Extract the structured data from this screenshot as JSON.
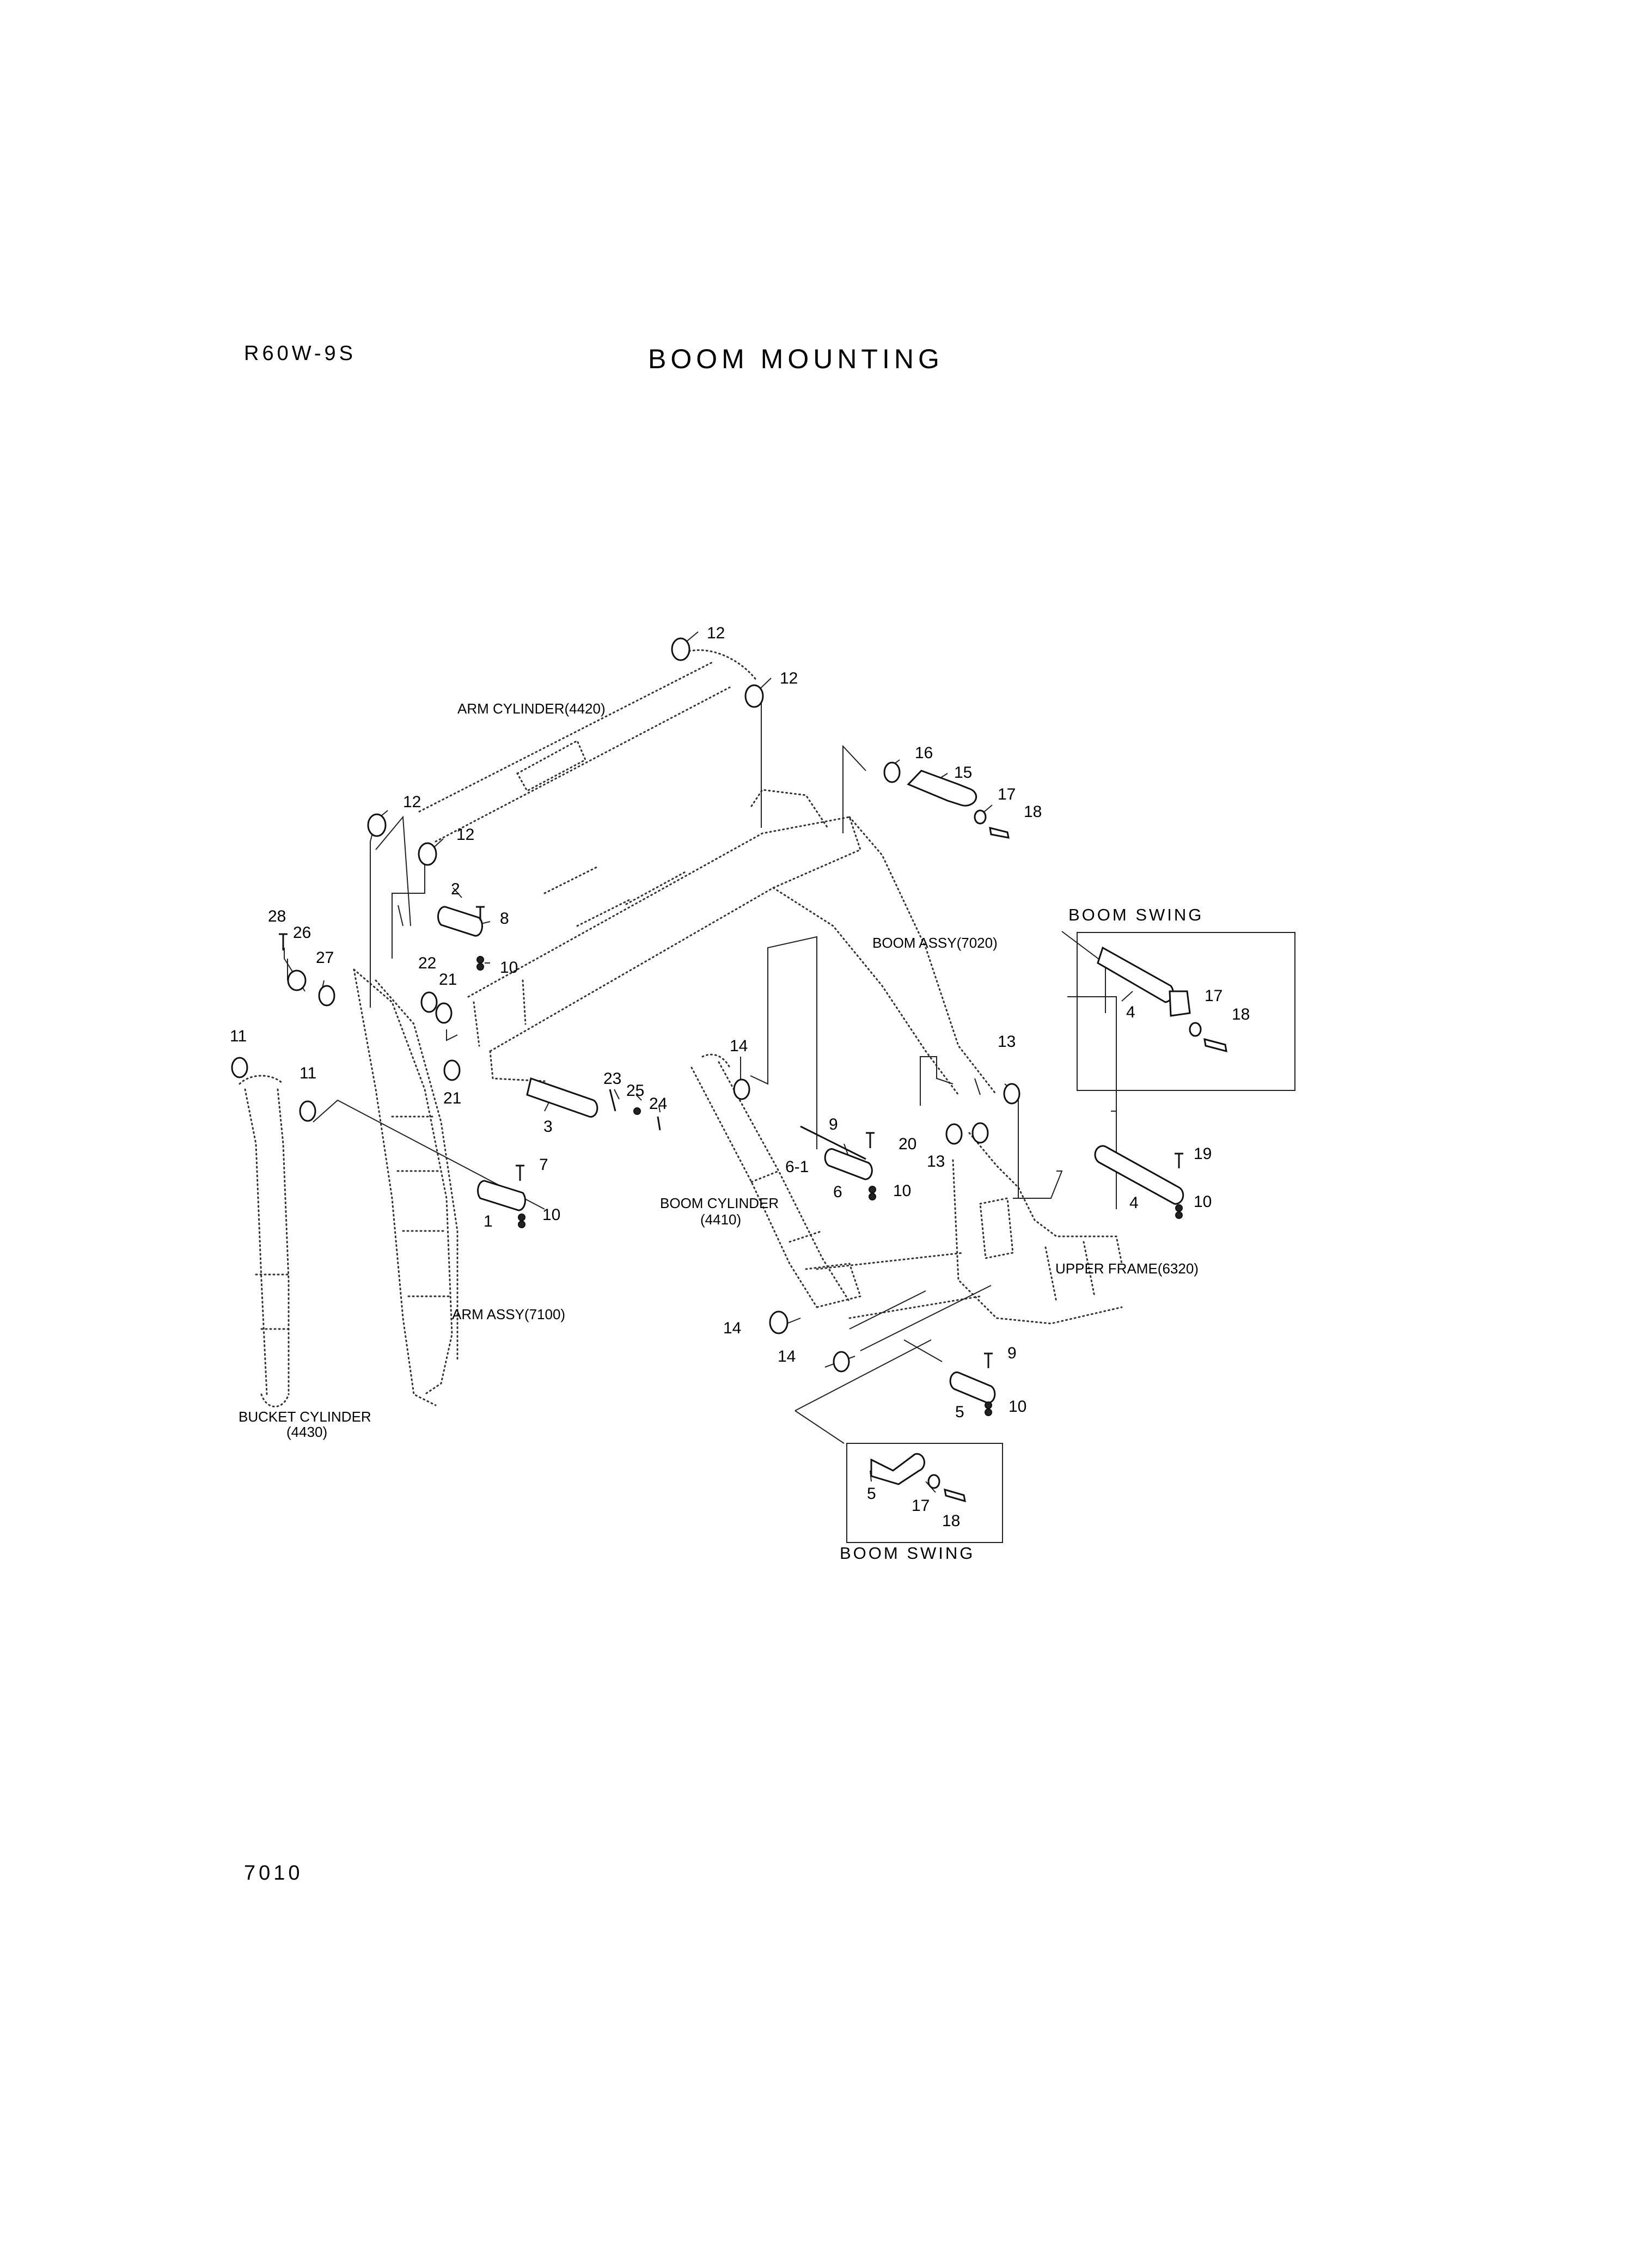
{
  "header": {
    "model": "R60W-9S",
    "title": "BOOM MOUNTING"
  },
  "footer": {
    "page_number": "7010"
  },
  "labels": {
    "arm_cylinder": "ARM CYLINDER(4420)",
    "boom_assy": "BOOM ASSY(7020)",
    "boom_cylinder_line1": "BOOM CYLINDER",
    "boom_cylinder_line2": "(4410)",
    "arm_assy": "ARM ASSY(7100)",
    "bucket_cylinder_line1": "BUCKET CYLINDER",
    "bucket_cylinder_line2": "(4430)",
    "upper_frame": "UPPER FRAME(6320)",
    "boom_swing_top": "BOOM SWING",
    "boom_swing_bottom": "BOOM SWING"
  },
  "callouts": {
    "c12a": "12",
    "c12b": "12",
    "c12c": "12",
    "c12d": "12",
    "c16": "16",
    "c15": "15",
    "c17a": "17",
    "c18a": "18",
    "c2": "2",
    "c8": "8",
    "c10a": "10",
    "c28": "28",
    "c26": "26",
    "c27": "27",
    "c22": "22",
    "c21a": "21",
    "c21b": "21",
    "c11a": "11",
    "c11b": "11",
    "c23": "23",
    "c25": "25",
    "c24": "24",
    "c3": "3",
    "c14a": "14",
    "c9a": "9",
    "c61": "6-1",
    "c6": "6",
    "c10b": "10",
    "c13a": "13",
    "c20": "20",
    "c13b": "13",
    "c4a": "4",
    "c17b": "17",
    "c18b": "18",
    "c19": "19",
    "c4b": "4",
    "c10c": "10",
    "c7": "7",
    "c1": "1",
    "c10d": "10",
    "c14b": "14",
    "c14c": "14",
    "c9b": "9",
    "c5a": "5",
    "c10e": "10",
    "c5b": "5",
    "c17c": "17",
    "c18c": "18"
  },
  "colors": {
    "ink": "#000000",
    "background": "#ffffff"
  }
}
